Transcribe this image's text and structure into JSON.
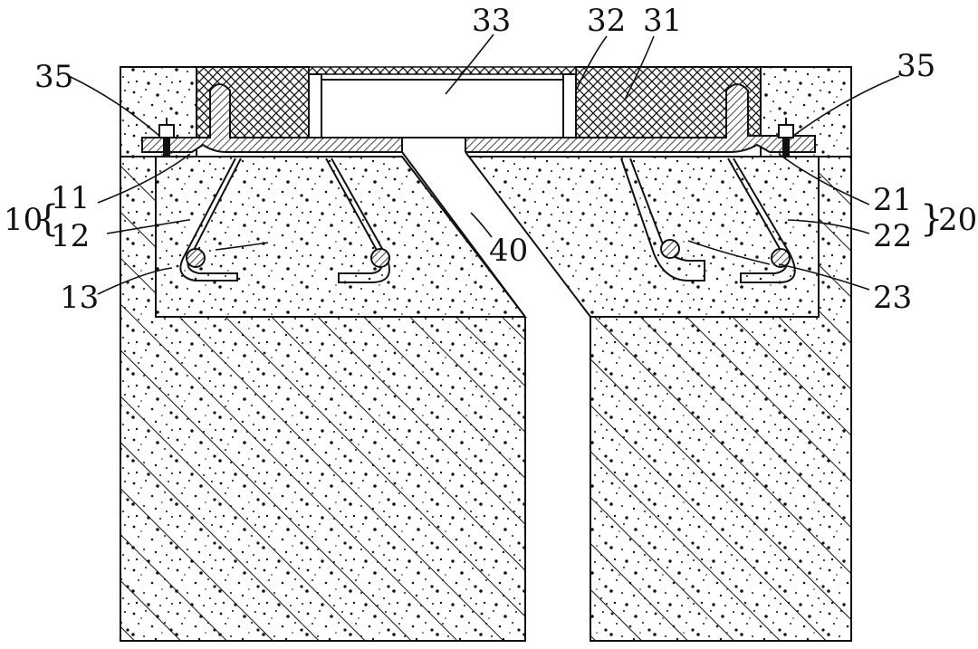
{
  "colors": {
    "ink": "#111111",
    "paper": "#ffffff"
  },
  "labels": {
    "l33": "33",
    "l32": "32",
    "l31": "31",
    "l35_left": "35",
    "l35_right": "35",
    "l10": "10",
    "l11": "11",
    "l12": "12",
    "l13": "13",
    "l20": "20",
    "l21": "21",
    "l22": "22",
    "l23": "23",
    "l40": "40"
  }
}
